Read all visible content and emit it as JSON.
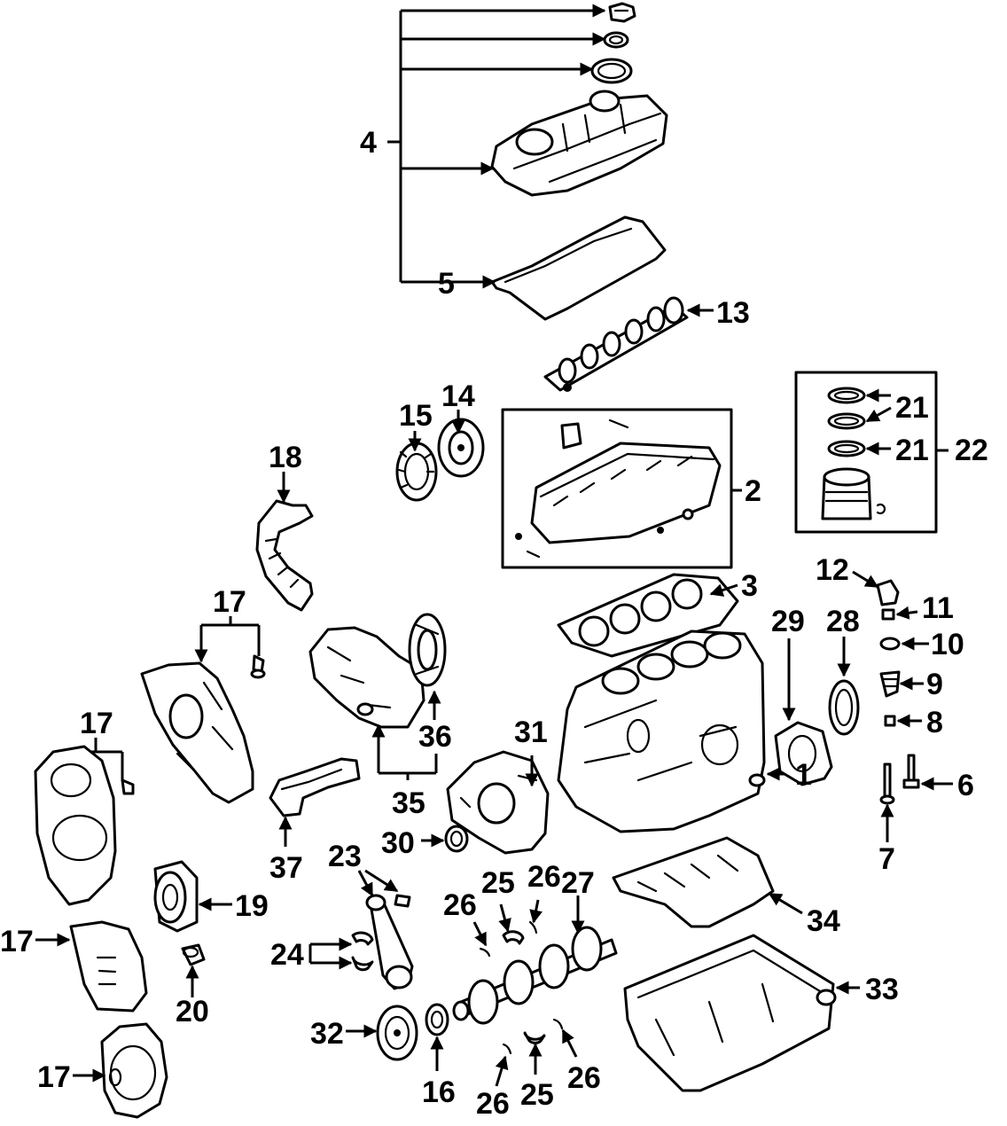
{
  "diagram": {
    "callouts": [
      {
        "id": "c1",
        "text": "1"
      },
      {
        "id": "c2",
        "text": "2"
      },
      {
        "id": "c3",
        "text": "3"
      },
      {
        "id": "c4",
        "text": "4"
      },
      {
        "id": "c5",
        "text": "5"
      },
      {
        "id": "c6",
        "text": "6"
      },
      {
        "id": "c7",
        "text": "7"
      },
      {
        "id": "c8",
        "text": "8"
      },
      {
        "id": "c9",
        "text": "9"
      },
      {
        "id": "c10",
        "text": "10"
      },
      {
        "id": "c11",
        "text": "11"
      },
      {
        "id": "c12",
        "text": "12"
      },
      {
        "id": "c13",
        "text": "13"
      },
      {
        "id": "c14",
        "text": "14"
      },
      {
        "id": "c15",
        "text": "15"
      },
      {
        "id": "c16",
        "text": "16"
      },
      {
        "id": "c17a",
        "text": "17"
      },
      {
        "id": "c17b",
        "text": "17"
      },
      {
        "id": "c17c",
        "text": "17"
      },
      {
        "id": "c17d",
        "text": "17"
      },
      {
        "id": "c18",
        "text": "18"
      },
      {
        "id": "c19",
        "text": "19"
      },
      {
        "id": "c20",
        "text": "20"
      },
      {
        "id": "c21a",
        "text": "21"
      },
      {
        "id": "c21b",
        "text": "21"
      },
      {
        "id": "c22",
        "text": "22"
      },
      {
        "id": "c23",
        "text": "23"
      },
      {
        "id": "c24",
        "text": "24"
      },
      {
        "id": "c25a",
        "text": "25"
      },
      {
        "id": "c25b",
        "text": "25"
      },
      {
        "id": "c26a",
        "text": "26"
      },
      {
        "id": "c26b",
        "text": "26"
      },
      {
        "id": "c26c",
        "text": "26"
      },
      {
        "id": "c26d",
        "text": "26"
      },
      {
        "id": "c27",
        "text": "27"
      },
      {
        "id": "c28",
        "text": "28"
      },
      {
        "id": "c29",
        "text": "29"
      },
      {
        "id": "c30",
        "text": "30"
      },
      {
        "id": "c31",
        "text": "31"
      },
      {
        "id": "c32",
        "text": "32"
      },
      {
        "id": "c33",
        "text": "33"
      },
      {
        "id": "c34",
        "text": "34"
      },
      {
        "id": "c35",
        "text": "35"
      },
      {
        "id": "c36",
        "text": "36"
      },
      {
        "id": "c37",
        "text": "37"
      }
    ]
  }
}
